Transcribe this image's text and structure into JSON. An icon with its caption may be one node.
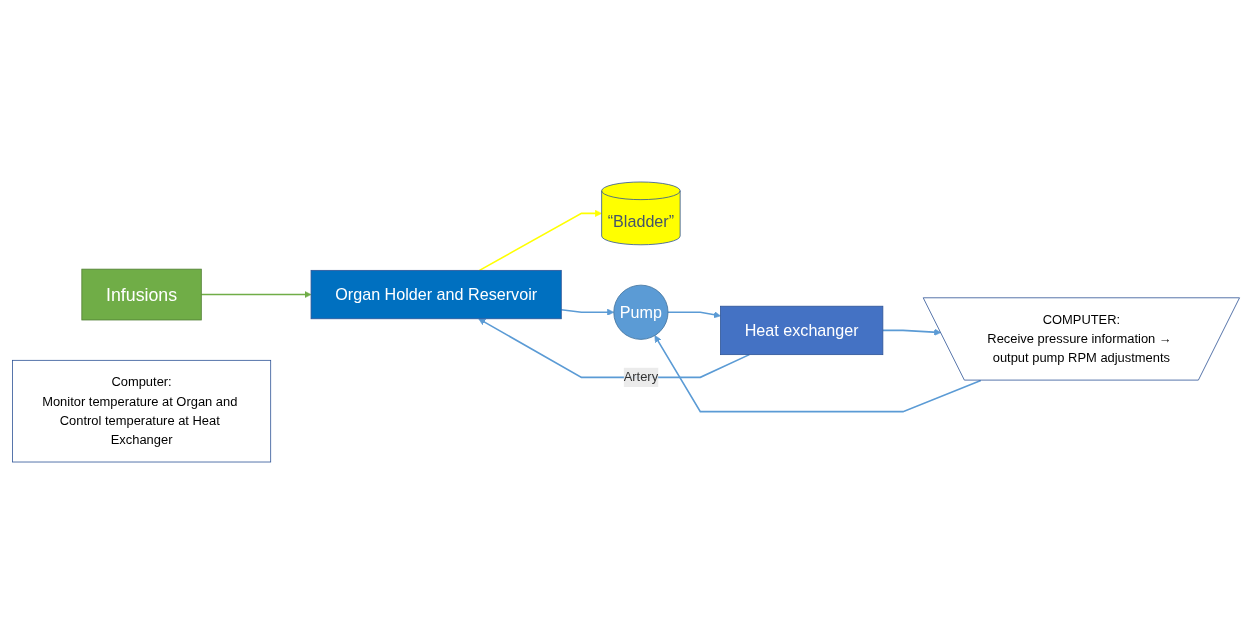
{
  "diagram": {
    "nodes": [
      {
        "text": [
          "Infusions"
        ]
      },
      {
        "text": [
          "Organ Holder and Reservoir"
        ]
      },
      {
        "text": [
          "“Bladder”"
        ]
      },
      {
        "text": [
          "Pump"
        ]
      },
      {
        "text": [
          "Heat exchanger"
        ]
      },
      {
        "text": [
          "Computer:",
          "Monitor temperature at Organ and Control temperature at Heat Exchanger"
        ]
      },
      {
        "text": [
          "COMPUTER:",
          "Receive pressure information → output pump RPM adjustments"
        ]
      }
    ],
    "edges": [
      {
        "from": 0,
        "to": 1,
        "arrow": "to",
        "color": "#70ad47"
      },
      {
        "from": 1,
        "to": 2,
        "arrow": "to",
        "color": "#ffff00"
      },
      {
        "from": 1,
        "to": 3,
        "arrow": "to"
      },
      {
        "from": 3,
        "to": 4,
        "arrow": "to"
      },
      {
        "from": 4,
        "to": 1,
        "label": "Artery",
        "arrow": "to"
      },
      {
        "from": 4,
        "to": 6,
        "arrow": "to"
      },
      {
        "from": 6,
        "to": 3,
        "arrow": "to"
      }
    ]
  }
}
